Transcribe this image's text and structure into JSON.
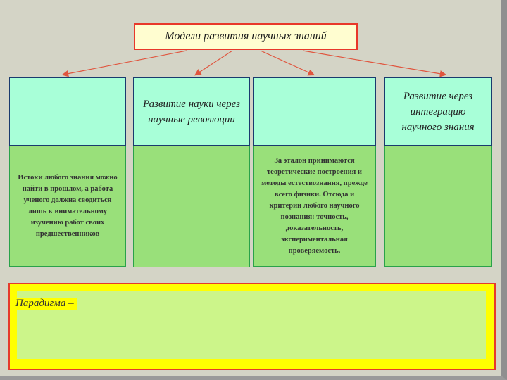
{
  "title": "Модели развития научных знаний",
  "columns": [
    {
      "heading": "",
      "body": "Истоки любого знания можно найти в прошлом, а работа ученого должна сводиться лишь к внимательному изучению работ своих предшественников"
    },
    {
      "heading": "Развитие науки через научные революции",
      "body": ""
    },
    {
      "heading": "",
      "body": "За эталон принимаются теоретические построения и методы естествознания, прежде всего физики. Отсюда и критерии любого научного познания: точность, доказательность, экспериментальная проверяемость."
    },
    {
      "heading": "Развитие через интеграцию научного знания",
      "body": ""
    }
  ],
  "paradigm_label": "Парадигма –",
  "colors": {
    "background": "#d4d4c6",
    "title_border": "#e8372a",
    "heading_fill": "#a8ffd8",
    "body_fill": "#99e07a",
    "paradigm_fill": "#ffff00",
    "arrow": "#e0553e"
  }
}
